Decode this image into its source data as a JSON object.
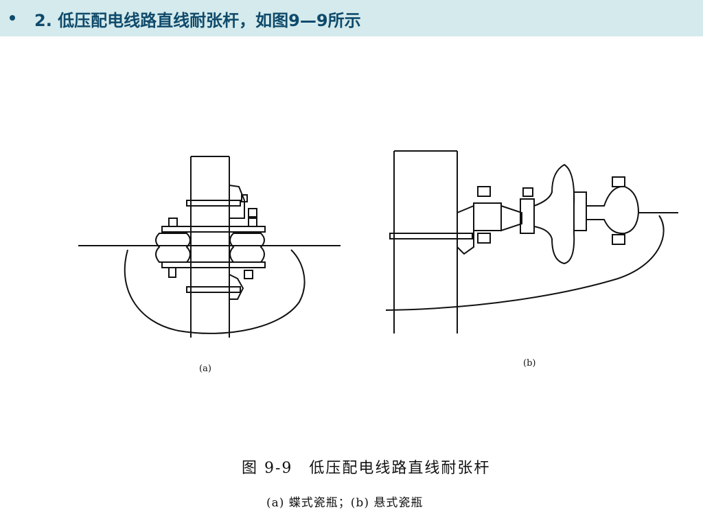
{
  "header": {
    "bullet_icon": "bullet-dot-icon",
    "title": "2. 低压配电线路直线耐张杆，如图9—9所示"
  },
  "figure": {
    "label_a": "(a)",
    "label_b": "(b)",
    "caption_title": "图 9-9　低压配电线路直线耐张杆",
    "caption_sub": "(a) 蝶式瓷瓶；(b) 悬式瓷瓶"
  },
  "colors": {
    "header_bg": "#d4eaec",
    "header_text": "#0f4a6b",
    "line": "#111111"
  }
}
